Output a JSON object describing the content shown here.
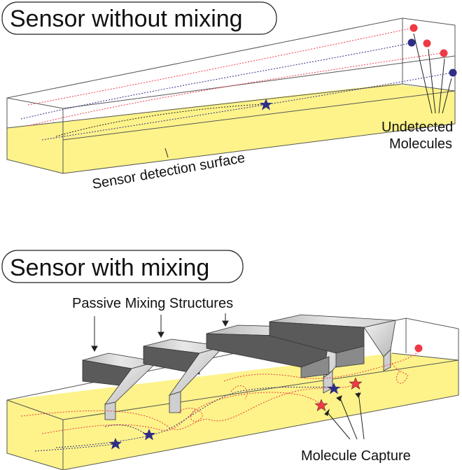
{
  "top_panel": {
    "title": "Sensor without mixing",
    "label_undetected": [
      "Undetected",
      "Molecules"
    ],
    "label_surface": "Sensor detection surface"
  },
  "bottom_panel": {
    "title": "Sensor with mixing",
    "label_structures": "Passive Mixing Structures",
    "label_capture": "Molecule Capture"
  },
  "colors": {
    "surface_yellow": "#fdf38a",
    "red_molecule": "#ee3a45",
    "blue_molecule": "#2f2e86",
    "structure_dark": "#5a5a5a",
    "structure_light": "#d8d8d8"
  }
}
